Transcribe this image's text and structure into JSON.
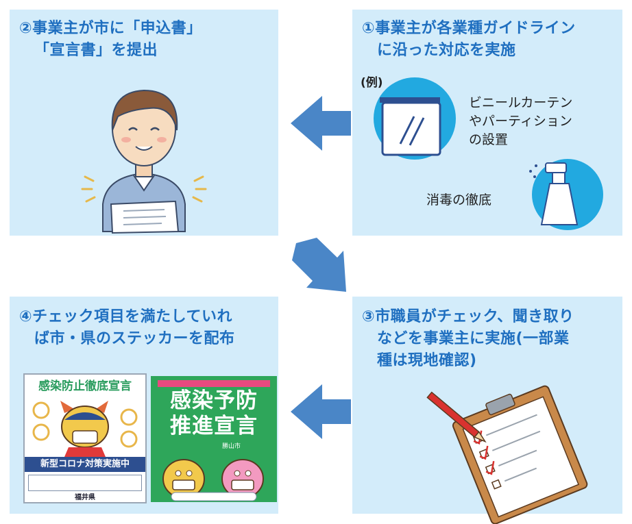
{
  "steps": {
    "step1": {
      "title_lines": [
        "①事業主が各業種ガイドライン",
        "に沿った対応を実施"
      ],
      "example_label": "(例)",
      "curtain_lines": [
        "ビニールカーテン",
        "やパーティション",
        "の設置"
      ],
      "disinfect": "消毒の徹底"
    },
    "step2": {
      "title_lines": [
        "②事業主が市に「申込書」",
        "「宣言書」を提出"
      ]
    },
    "step3": {
      "title_lines": [
        "③市職員がチェック、聞き取り",
        "などを事業主に実施(一部業",
        "種は現地確認)"
      ]
    },
    "step4": {
      "title_lines": [
        "④チェック項目を満たしていれ",
        "ば市・県のステッカーを配布"
      ]
    }
  },
  "stickers": {
    "sticker1": {
      "title": "感染防止徹底宣言",
      "banner": "新型コロナ対策実施中",
      "footer": "福井県"
    },
    "sticker2": {
      "title_lines": [
        "感染予防",
        "推進宣言"
      ],
      "city": "勝山市"
    }
  },
  "colors": {
    "panel": "#d3ecfa",
    "title": "#1f6fc0",
    "arrow": "#4a86c7"
  }
}
